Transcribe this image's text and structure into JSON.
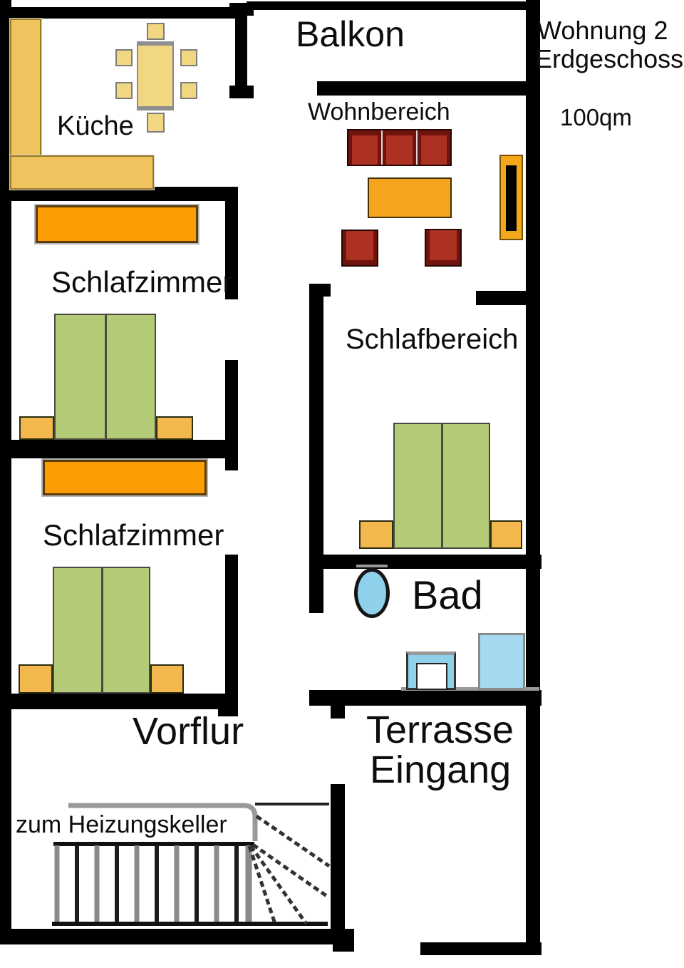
{
  "header": {
    "title_line1": "Wohnung 2",
    "title_line2": "Erdgeschoss",
    "area": "100qm"
  },
  "rooms": {
    "balkon": "Balkon",
    "kueche": "Küche",
    "wohnbereich": "Wohnbereich",
    "schlafzimmer_1": "Schlafzimmer",
    "schlafzimmer_2": "Schlafzimmer",
    "schlafbereich": "Schlafbereich",
    "bad": "Bad",
    "vorflur": "Vorflur",
    "terrasse_line1": "Terrasse",
    "terrasse_line2": "Eingang",
    "stairs_note": "zum Heizungskeller"
  },
  "colors": {
    "wall": "#000000",
    "text": "#0d0d0d",
    "counter": "#efc45e",
    "counter_border": "#9a7b24",
    "table": "#f2d783",
    "wardrobe": "#fc9e03",
    "wardrobe_border": "#5a3c06",
    "bed": "#b3cb76",
    "bed_border": "#4a4a42",
    "nightstand": "#f2b84d",
    "sofa": "#ac3122",
    "sofa_dark": "#6e140d",
    "coffee": "#f6a41d",
    "coffee_border": "#413005",
    "tv_frame": "#f3a71b",
    "bath_blue": "#8fd0ea",
    "shower_blue": "#a5d9ef"
  }
}
